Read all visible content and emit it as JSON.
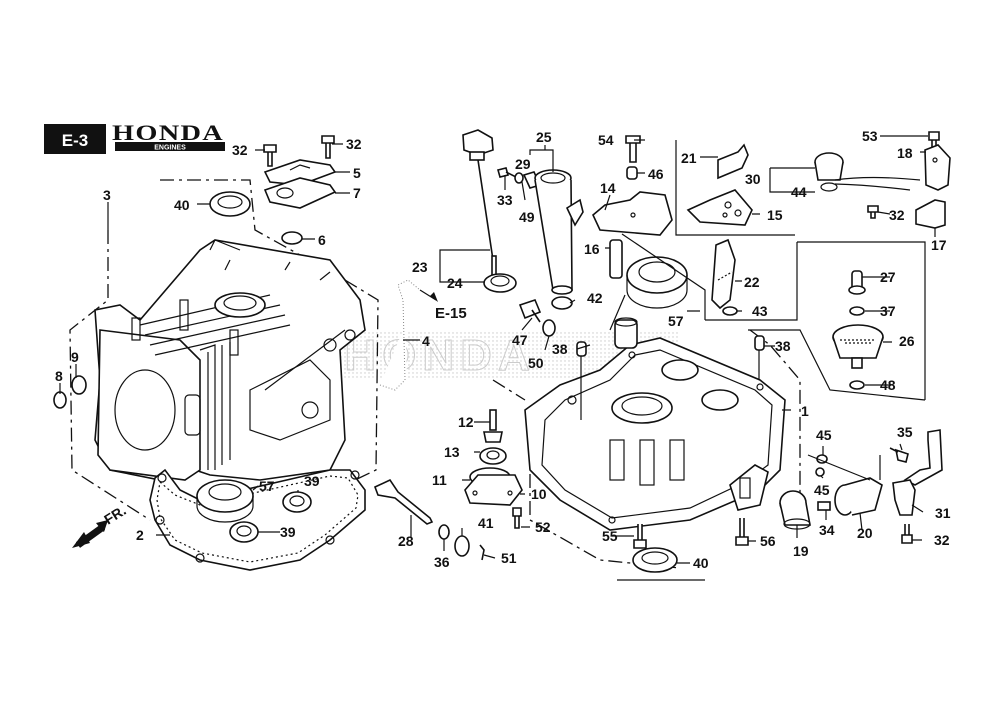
{
  "header": {
    "section_code": "E-3",
    "brand": "HONDA",
    "brand_sub": "ENGINES"
  },
  "watermark": "HONDA",
  "reference": {
    "label": "E-15"
  },
  "direction_marker": {
    "label": "FR."
  },
  "callouts": {
    "c1": "1",
    "c2": "2",
    "c3": "3",
    "c4": "4",
    "c5": "5",
    "c6": "6",
    "c7": "7",
    "c8": "8",
    "c9": "9",
    "c10": "10",
    "c11": "11",
    "c12": "12",
    "c13": "13",
    "c14": "14",
    "c15": "15",
    "c16": "16",
    "c17": "17",
    "c18": "18",
    "c19": "19",
    "c20": "20",
    "c21": "21",
    "c22": "22",
    "c23": "23",
    "c24": "24",
    "c25": "25",
    "c26": "26",
    "c27": "27",
    "c28": "28",
    "c29": "29",
    "c30": "30",
    "c31": "31",
    "c32a": "32",
    "c32b": "32",
    "c32c": "32",
    "c32d": "32",
    "c33": "33",
    "c34": "34",
    "c35": "35",
    "c36": "36",
    "c37": "37",
    "c38a": "38",
    "c38b": "38",
    "c39a": "39",
    "c39b": "39",
    "c40a": "40",
    "c40b": "40",
    "c41": "41",
    "c42": "42",
    "c43": "43",
    "c44": "44",
    "c45a": "45",
    "c45b": "45",
    "c46": "46",
    "c47": "47",
    "c48": "48",
    "c49": "49",
    "c50": "50",
    "c51": "51",
    "c52": "52",
    "c53": "53",
    "c54": "54",
    "c55": "55",
    "c56": "56",
    "c57a": "57",
    "c57b": "57"
  }
}
